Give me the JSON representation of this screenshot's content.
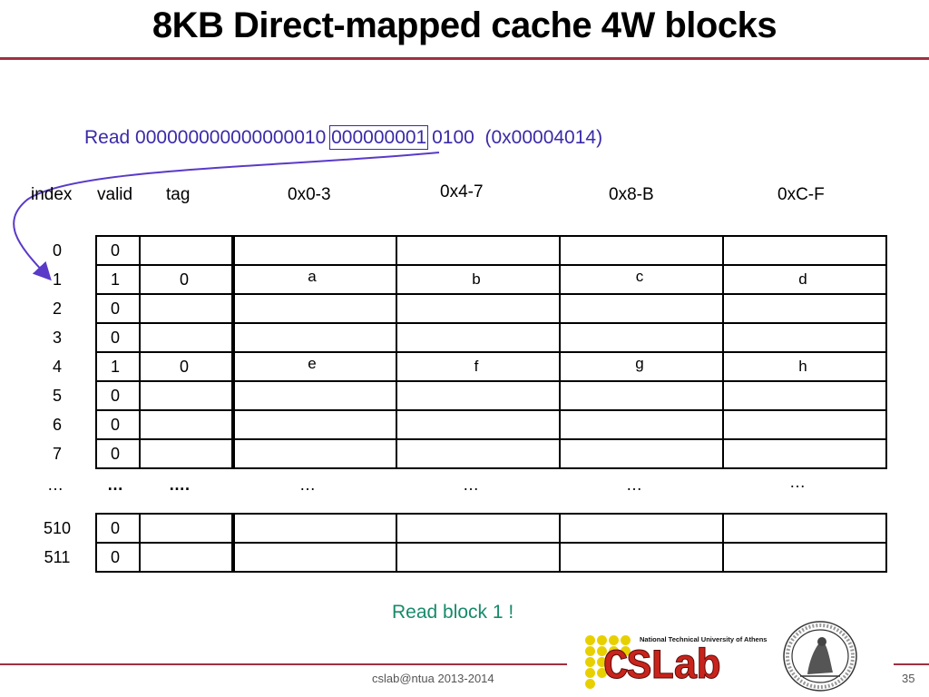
{
  "title": "8KB Direct-mapped cache 4W blocks",
  "address": {
    "prefix": "Read ",
    "tag_bits": "000000000000000010",
    "space1": " ",
    "index_bits": "000000001",
    "offset_bits": " 0100",
    "hex": "  (0x00004014)"
  },
  "headers": {
    "index": "index",
    "valid": "valid",
    "tag": "tag",
    "col0": "0x0-3",
    "col1": "0x4-7",
    "col2": "0x8-B",
    "col3": "0xC-F"
  },
  "rows": [
    {
      "index": "0",
      "valid": "0",
      "tag": "",
      "w0": "",
      "w1": "",
      "w2": "",
      "w3": ""
    },
    {
      "index": "1",
      "valid": "1",
      "tag": "0",
      "w0": "a",
      "w1": "b",
      "w2": "c",
      "w3": "d"
    },
    {
      "index": "2",
      "valid": "0",
      "tag": "",
      "w0": "",
      "w1": "",
      "w2": "",
      "w3": ""
    },
    {
      "index": "3",
      "valid": "0",
      "tag": "",
      "w0": "",
      "w1": "",
      "w2": "",
      "w3": ""
    },
    {
      "index": "4",
      "valid": "1",
      "tag": "0",
      "w0": "e",
      "w1": "f",
      "w2": "g",
      "w3": "h"
    },
    {
      "index": "5",
      "valid": "0",
      "tag": "",
      "w0": "",
      "w1": "",
      "w2": "",
      "w3": ""
    },
    {
      "index": "6",
      "valid": "0",
      "tag": "",
      "w0": "",
      "w1": "",
      "w2": "",
      "w3": ""
    },
    {
      "index": "7",
      "valid": "0",
      "tag": "",
      "w0": "",
      "w1": "",
      "w2": "",
      "w3": ""
    }
  ],
  "ellipsis": {
    "index": "…",
    "valid": "…",
    "tag": "….",
    "w0": "…",
    "w1": "…",
    "w2": "…",
    "w3": "…"
  },
  "tail_rows": [
    {
      "index": "510",
      "valid": "0"
    },
    {
      "index": "511",
      "valid": "0"
    }
  ],
  "note": "Read block 1 !",
  "footer": "cslab@ntua 2013-2014",
  "page_number": "35",
  "logo": {
    "name": "CSLab",
    "university": "National Technical University of Athens"
  },
  "colors": {
    "accent_rule": "#a03040",
    "address_text": "#3a2aa8",
    "note_text": "#178a6a",
    "logo_red": "#c8241c",
    "logo_dots": "#e8d000"
  },
  "icons": [
    "arrow-curve-icon",
    "university-seal-icon"
  ]
}
